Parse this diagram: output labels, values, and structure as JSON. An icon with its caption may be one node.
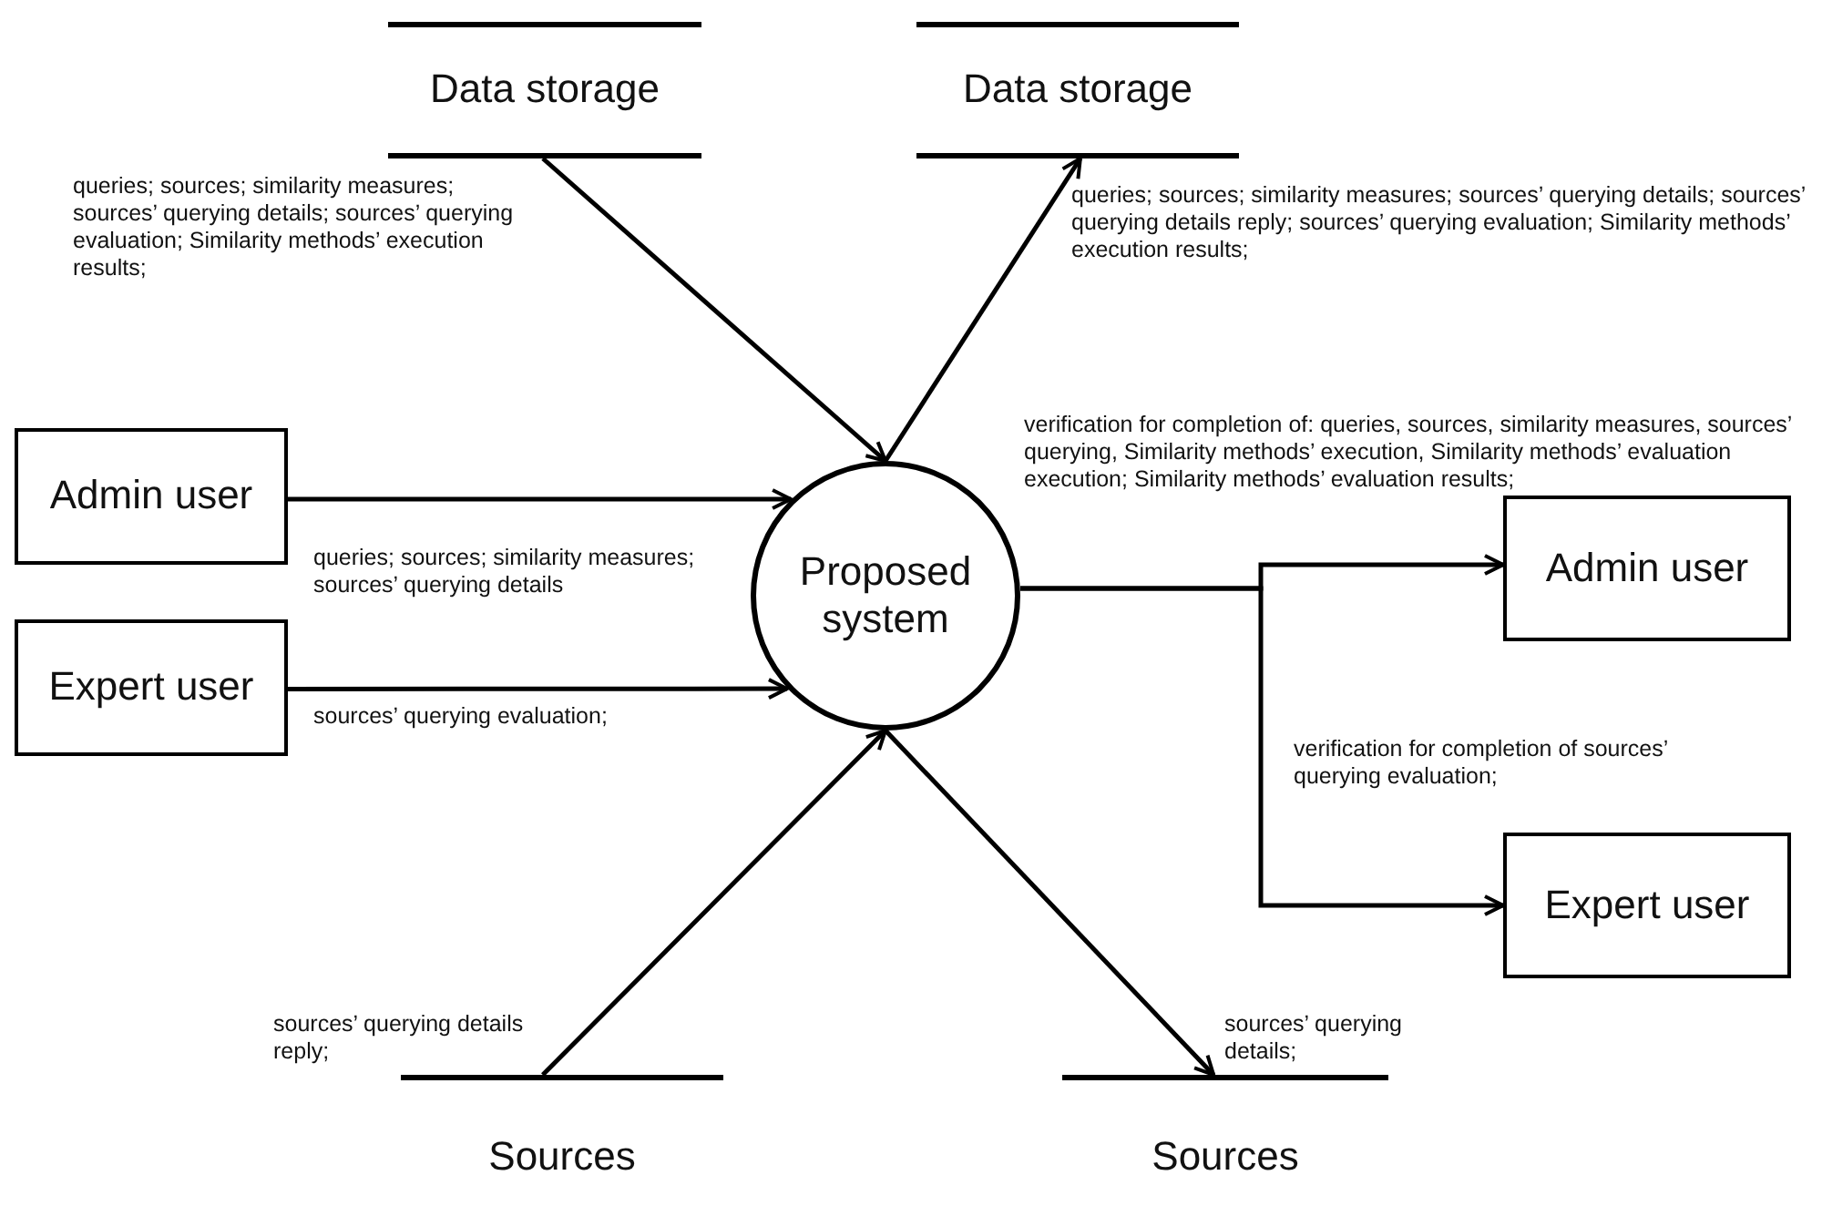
{
  "diagram": {
    "nodes": [
      {
        "text": [
          "Data storage"
        ]
      },
      {
        "text": [
          "Data storage"
        ]
      },
      {
        "text": [
          "Admin user"
        ]
      },
      {
        "text": [
          "Expert user"
        ]
      },
      {
        "text": [
          "Proposed system"
        ]
      },
      {
        "text": [
          "Admin user"
        ]
      },
      {
        "text": [
          "Expert user"
        ]
      },
      {
        "text": [
          "Sources"
        ]
      },
      {
        "text": [
          "Sources"
        ]
      }
    ],
    "edges": [
      {
        "from": 0,
        "to": 4,
        "arrow": "to",
        "label": "queries; sources; similarity measures; sources’ querying details; sources’ querying evaluation; Similarity methods’ execution results;"
      },
      {
        "from": 4,
        "to": 1,
        "arrow": "to",
        "label": "queries; sources; similarity measures; sources’ querying details; sources’ querying details reply; sources’ querying evaluation; Similarity methods’ execution results;"
      },
      {
        "from": 2,
        "to": 4,
        "arrow": "to",
        "label": "queries; sources; similarity measures; sources’ querying details"
      },
      {
        "from": 3,
        "to": 4,
        "arrow": "to",
        "label": "sources’ querying evaluation;"
      },
      {
        "from": 7,
        "to": 4,
        "arrow": "to",
        "label": "sources’ querying details reply;"
      },
      {
        "from": 4,
        "to": 8,
        "arrow": "to",
        "label": "sources’ querying details;"
      },
      {
        "from": 4,
        "to": 5,
        "arrow": "to",
        "label": "verification for completion of: queries, sources, similarity measures, sources’ querying, Similarity methods’ execution, Similarity methods’ evaluation execution; Similarity methods’ evaluation results;"
      },
      {
        "from": 4,
        "to": 6,
        "arrow": "to",
        "label": "verification for completion of sources’ querying evaluation;"
      }
    ]
  }
}
